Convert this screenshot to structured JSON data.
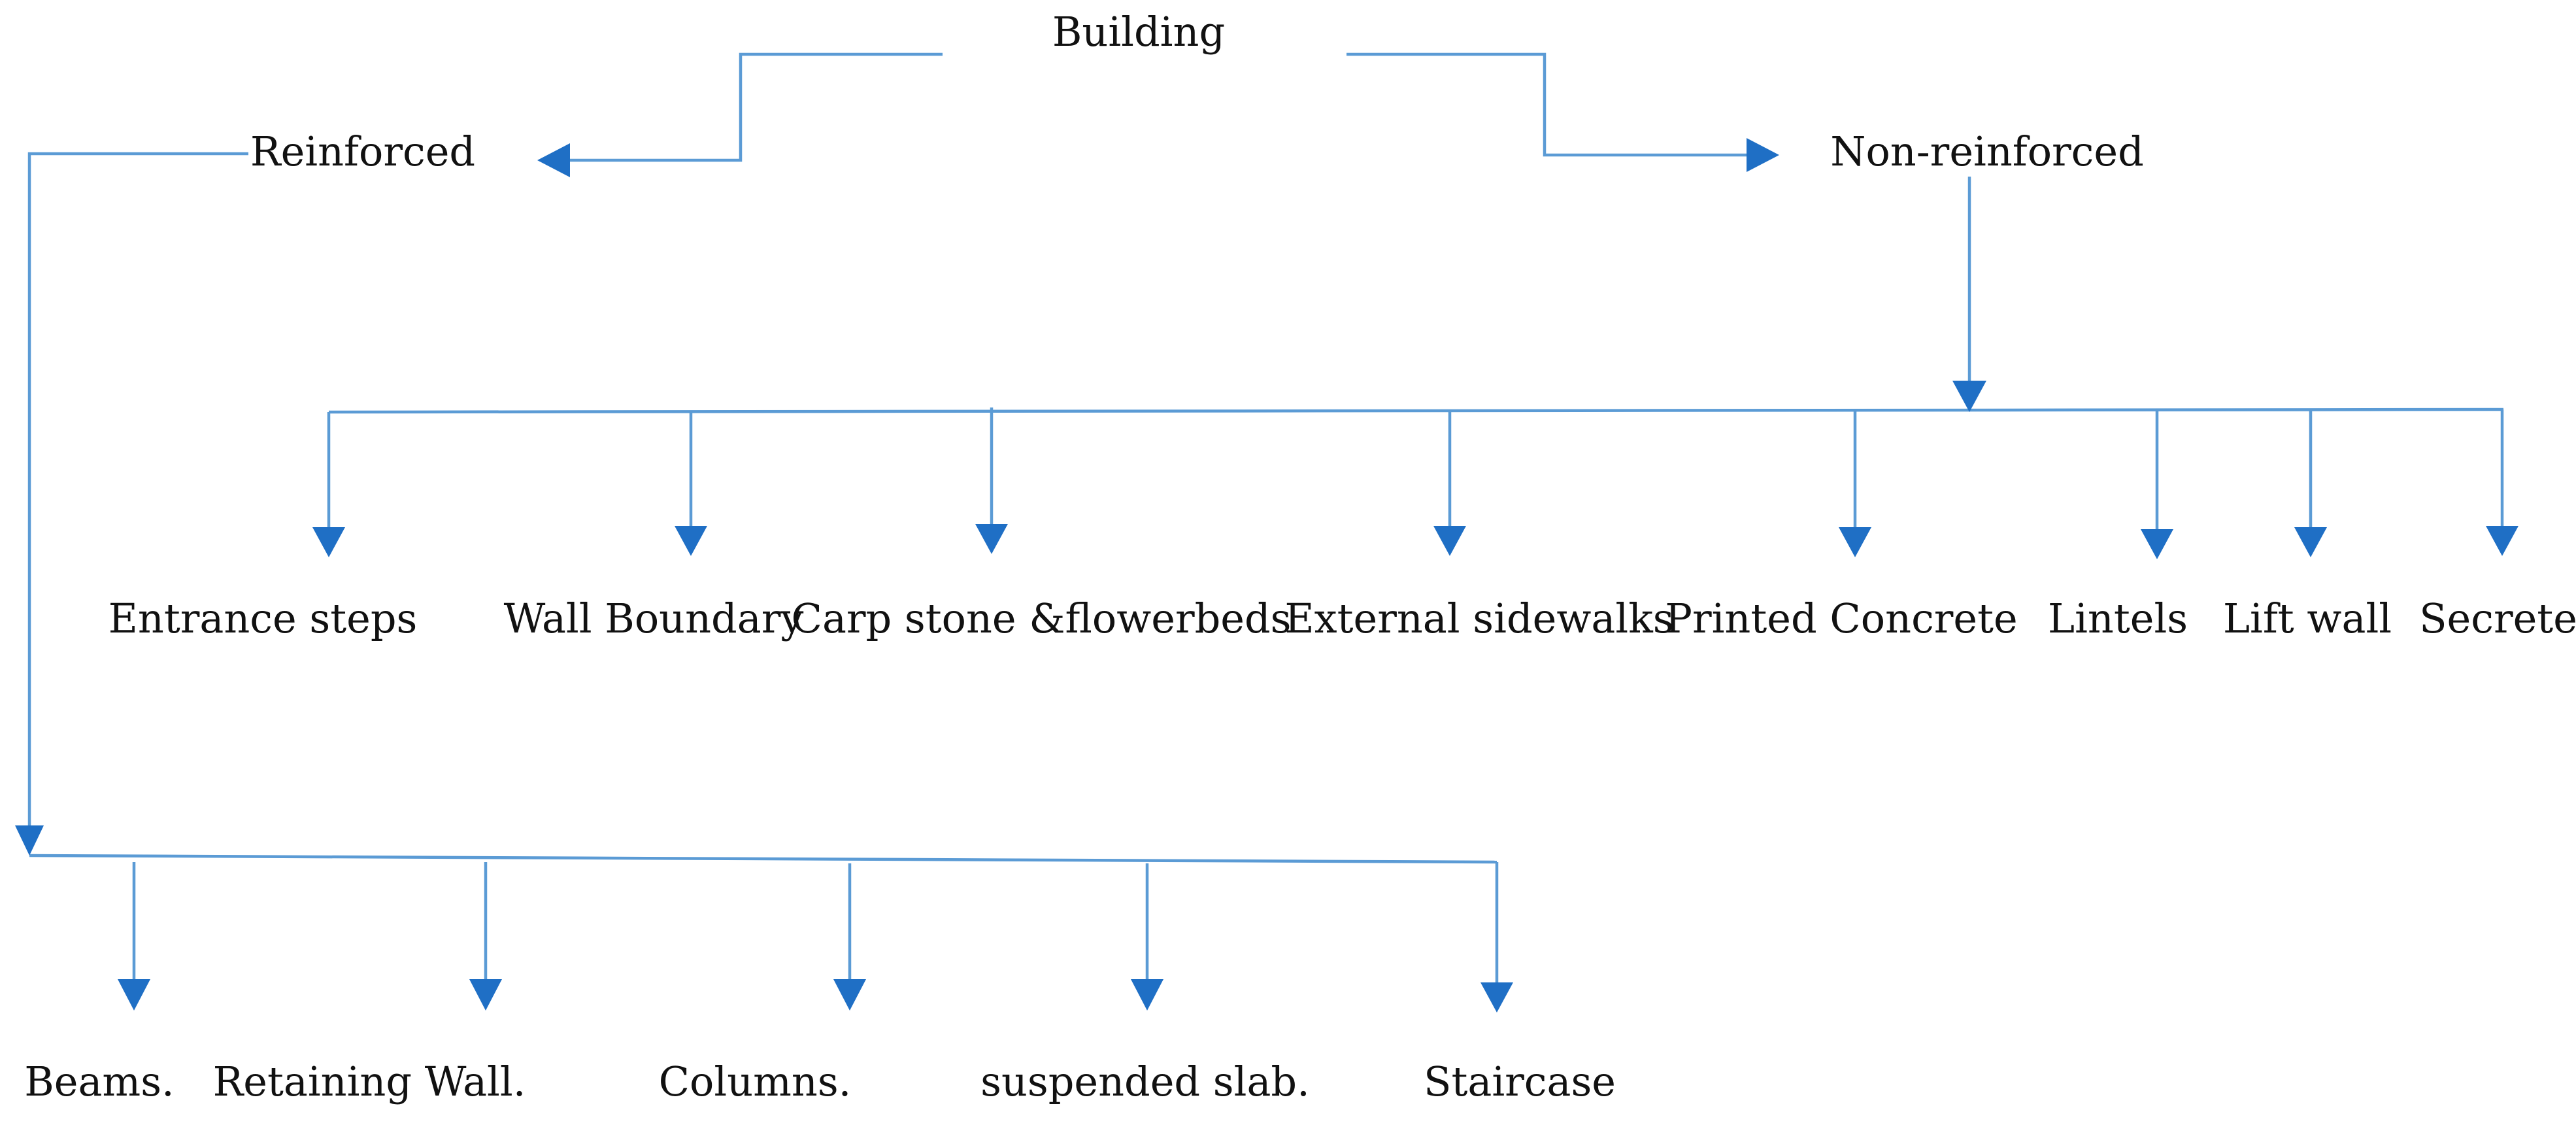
{
  "root": {
    "label": "Building"
  },
  "left_branch": {
    "label": "Reinforced",
    "children": [
      "Beams.",
      "Retaining Wall.",
      "Columns.",
      "suspended slab.",
      "Staircase"
    ]
  },
  "right_branch": {
    "label": "Non-reinforced",
    "children": [
      "Entrance steps",
      "Wall Boundary",
      "Carp stone &flowerbeds",
      "External sidewalks",
      "Printed Concrete",
      "Lintels",
      "Lift wall",
      "Secrete"
    ]
  },
  "colors": {
    "connector": "#5b9bd5",
    "arrowhead": "#1f6fc5",
    "text": "#111111"
  }
}
